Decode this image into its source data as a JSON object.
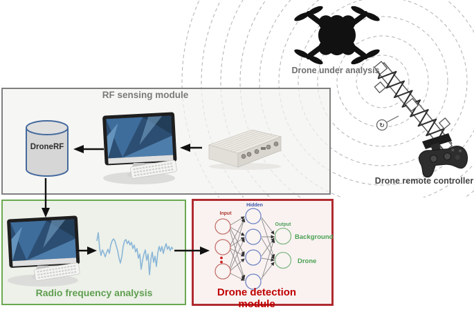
{
  "scene": {
    "drone_label": "Drone under analysis",
    "controller_label": "Drone remote controller"
  },
  "rf_sensing_module": {
    "title": "RF sensing module",
    "database_label": "DroneRF"
  },
  "rf_analysis_module": {
    "title": "Radio frequency analysis"
  },
  "detection_module": {
    "title": "Drone detection module",
    "nn": {
      "input_label": "Input",
      "hidden_label": "Hidden",
      "output_label": "Output",
      "classes": [
        "Background",
        "Drone"
      ]
    }
  },
  "icons": {
    "rotation_glyph": "↻"
  },
  "colors": {
    "sensing_border": "#7f7f7f",
    "analysis_border": "#6aa84f",
    "analysis_text": "#5f9e50",
    "detection_border": "#b02b30",
    "detection_text": "#c00000",
    "rf_wave_arc": "#b0b0b0",
    "waveform": "#8ab6d8",
    "node_input": "#c4706a",
    "node_hidden": "#6d83c2",
    "node_output": "#83b985",
    "database_outline": "#44699d"
  }
}
